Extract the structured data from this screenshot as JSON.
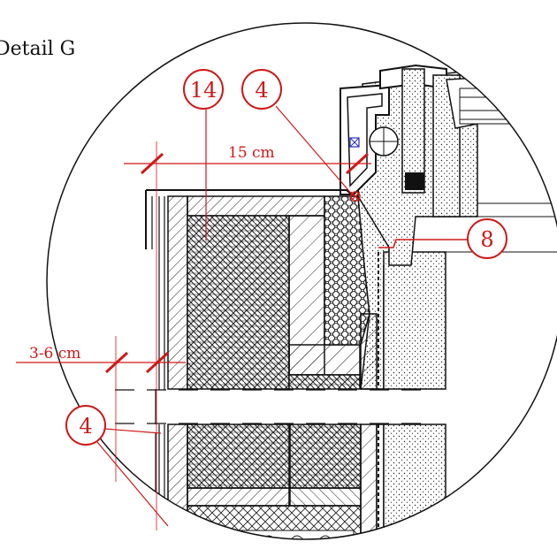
{
  "title": "Detail G",
  "dimensions": {
    "top_width": "15 cm",
    "gap": "3-6 cm"
  },
  "callouts": [
    {
      "id": "callout-14",
      "label": "14"
    },
    {
      "id": "callout-4-top",
      "label": "4"
    },
    {
      "id": "callout-8",
      "label": "8"
    },
    {
      "id": "callout-4-bottom",
      "label": "4"
    }
  ],
  "colors": {
    "annotation": "#d01818",
    "line": "#111111",
    "marker": "#2030c0"
  }
}
